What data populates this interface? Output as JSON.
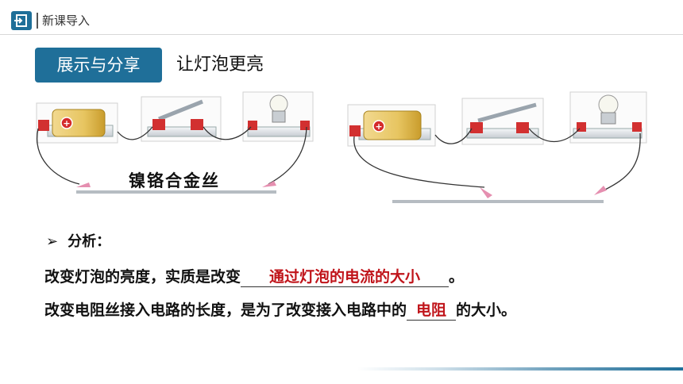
{
  "header": {
    "icon": "return-arrow-icon",
    "title": "新课导入"
  },
  "section": {
    "badge": "展示与分享",
    "subtitle": "让灯泡更亮"
  },
  "figure": {
    "wire_label": "镍铬合金丝",
    "battery_symbol": "+"
  },
  "analysis": {
    "bullet_icon": "arrow-right-icon",
    "heading": "分析：",
    "line1_prefix": "改变灯泡的亮度，实质是改变",
    "line1_answer": "通过灯泡的电流的大小",
    "line1_suffix": "。",
    "line2_prefix": "改变电阻丝接入电路的长度，是为了改变接入电路中的",
    "line2_answer": "电阻",
    "line2_suffix": "的大小。"
  },
  "colors": {
    "brand": "#1f6f99",
    "answer": "#c0141a"
  }
}
